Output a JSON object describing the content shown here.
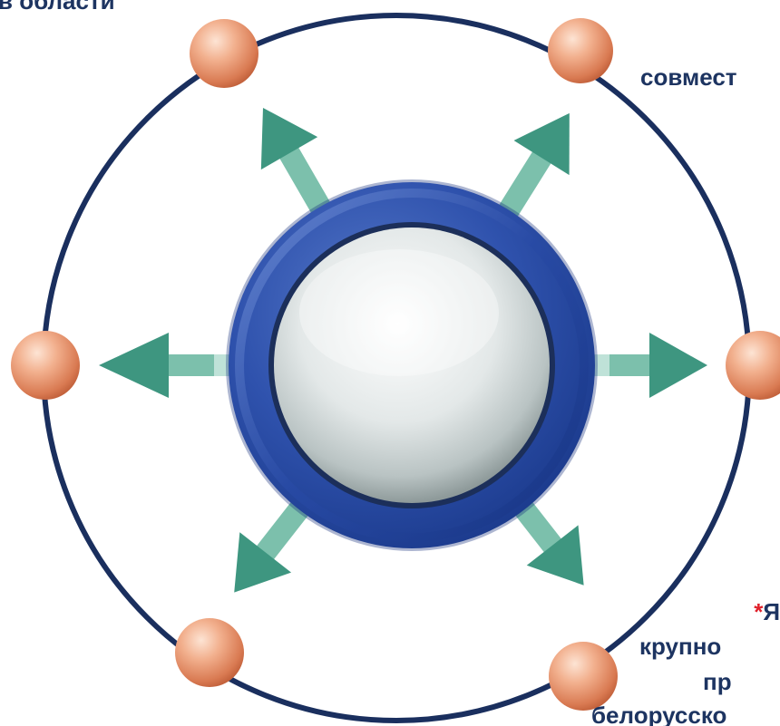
{
  "labels": {
    "top_left": "в области",
    "top_right": "совмест",
    "bottom_right_asterisk": "*",
    "bottom_right_line1": "Я",
    "bottom_right_line2": "крупно",
    "bottom_right_line3": "пр",
    "bottom_right_line4": "белорусско"
  },
  "colors": {
    "text": "#1d3461",
    "ring": "#1a2f5e",
    "arrow": "#3e9680",
    "node": "#e6946d",
    "hub_outer": "#2b4da6",
    "hub_inner": "#d8dede",
    "asterisk": "#e0202a"
  },
  "nodes": [
    {
      "id": "node-top-left"
    },
    {
      "id": "node-top-right"
    },
    {
      "id": "node-left"
    },
    {
      "id": "node-right"
    },
    {
      "id": "node-bottom-left"
    },
    {
      "id": "node-bottom-right"
    }
  ]
}
